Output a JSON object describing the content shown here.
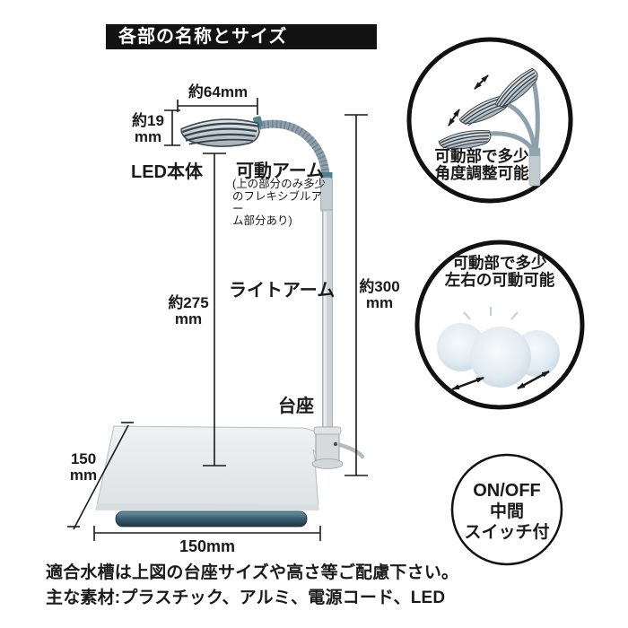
{
  "title": "各部の名称とサイズ",
  "diagram": {
    "dim_head_width": "約64mm",
    "dim_head_height_l1": "約19",
    "dim_head_height_l2": "mm",
    "label_led_body": "LED本体",
    "label_movable_arm": "可動アーム",
    "arm_note_l1": "(上の部分のみ多少",
    "arm_note_l2": "のフレキシブルアー",
    "arm_note_l3": "ム部分あり)",
    "label_light_arm": "ライトアーム",
    "dim_arm_height_l1": "約275",
    "dim_arm_height_l2": "mm",
    "dim_total_height_l1": "約300",
    "dim_total_height_l2": "mm",
    "label_base": "台座",
    "dim_base_depth_l1": "150",
    "dim_base_depth_l2": "mm",
    "dim_base_width": "150mm"
  },
  "callouts": [
    {
      "id": "angle-adjust",
      "lines": [
        "可動部で多少",
        "角度調整可能"
      ]
    },
    {
      "id": "swivel",
      "lines": [
        "可動部で多少",
        "左右の可動可能"
      ]
    },
    {
      "id": "switch",
      "lines": [
        "ON/OFF",
        "中間",
        "スイッチ付"
      ]
    }
  ],
  "footer": {
    "line1": "適合水槽は上図の台座サイズや高さ等ご配慮下さい。",
    "line2": "主な素材:プラスチック、アルミ、電源コード、LED"
  },
  "colors": {
    "banner_bg": "#121212",
    "line": "#1a1a1a",
    "metal_light": "#dfe4e7",
    "metal_dark": "#37424a",
    "arm_gray": "#8da0ab",
    "base_underside": "#2e4a57",
    "teal_accent": "#4f7e8c"
  }
}
